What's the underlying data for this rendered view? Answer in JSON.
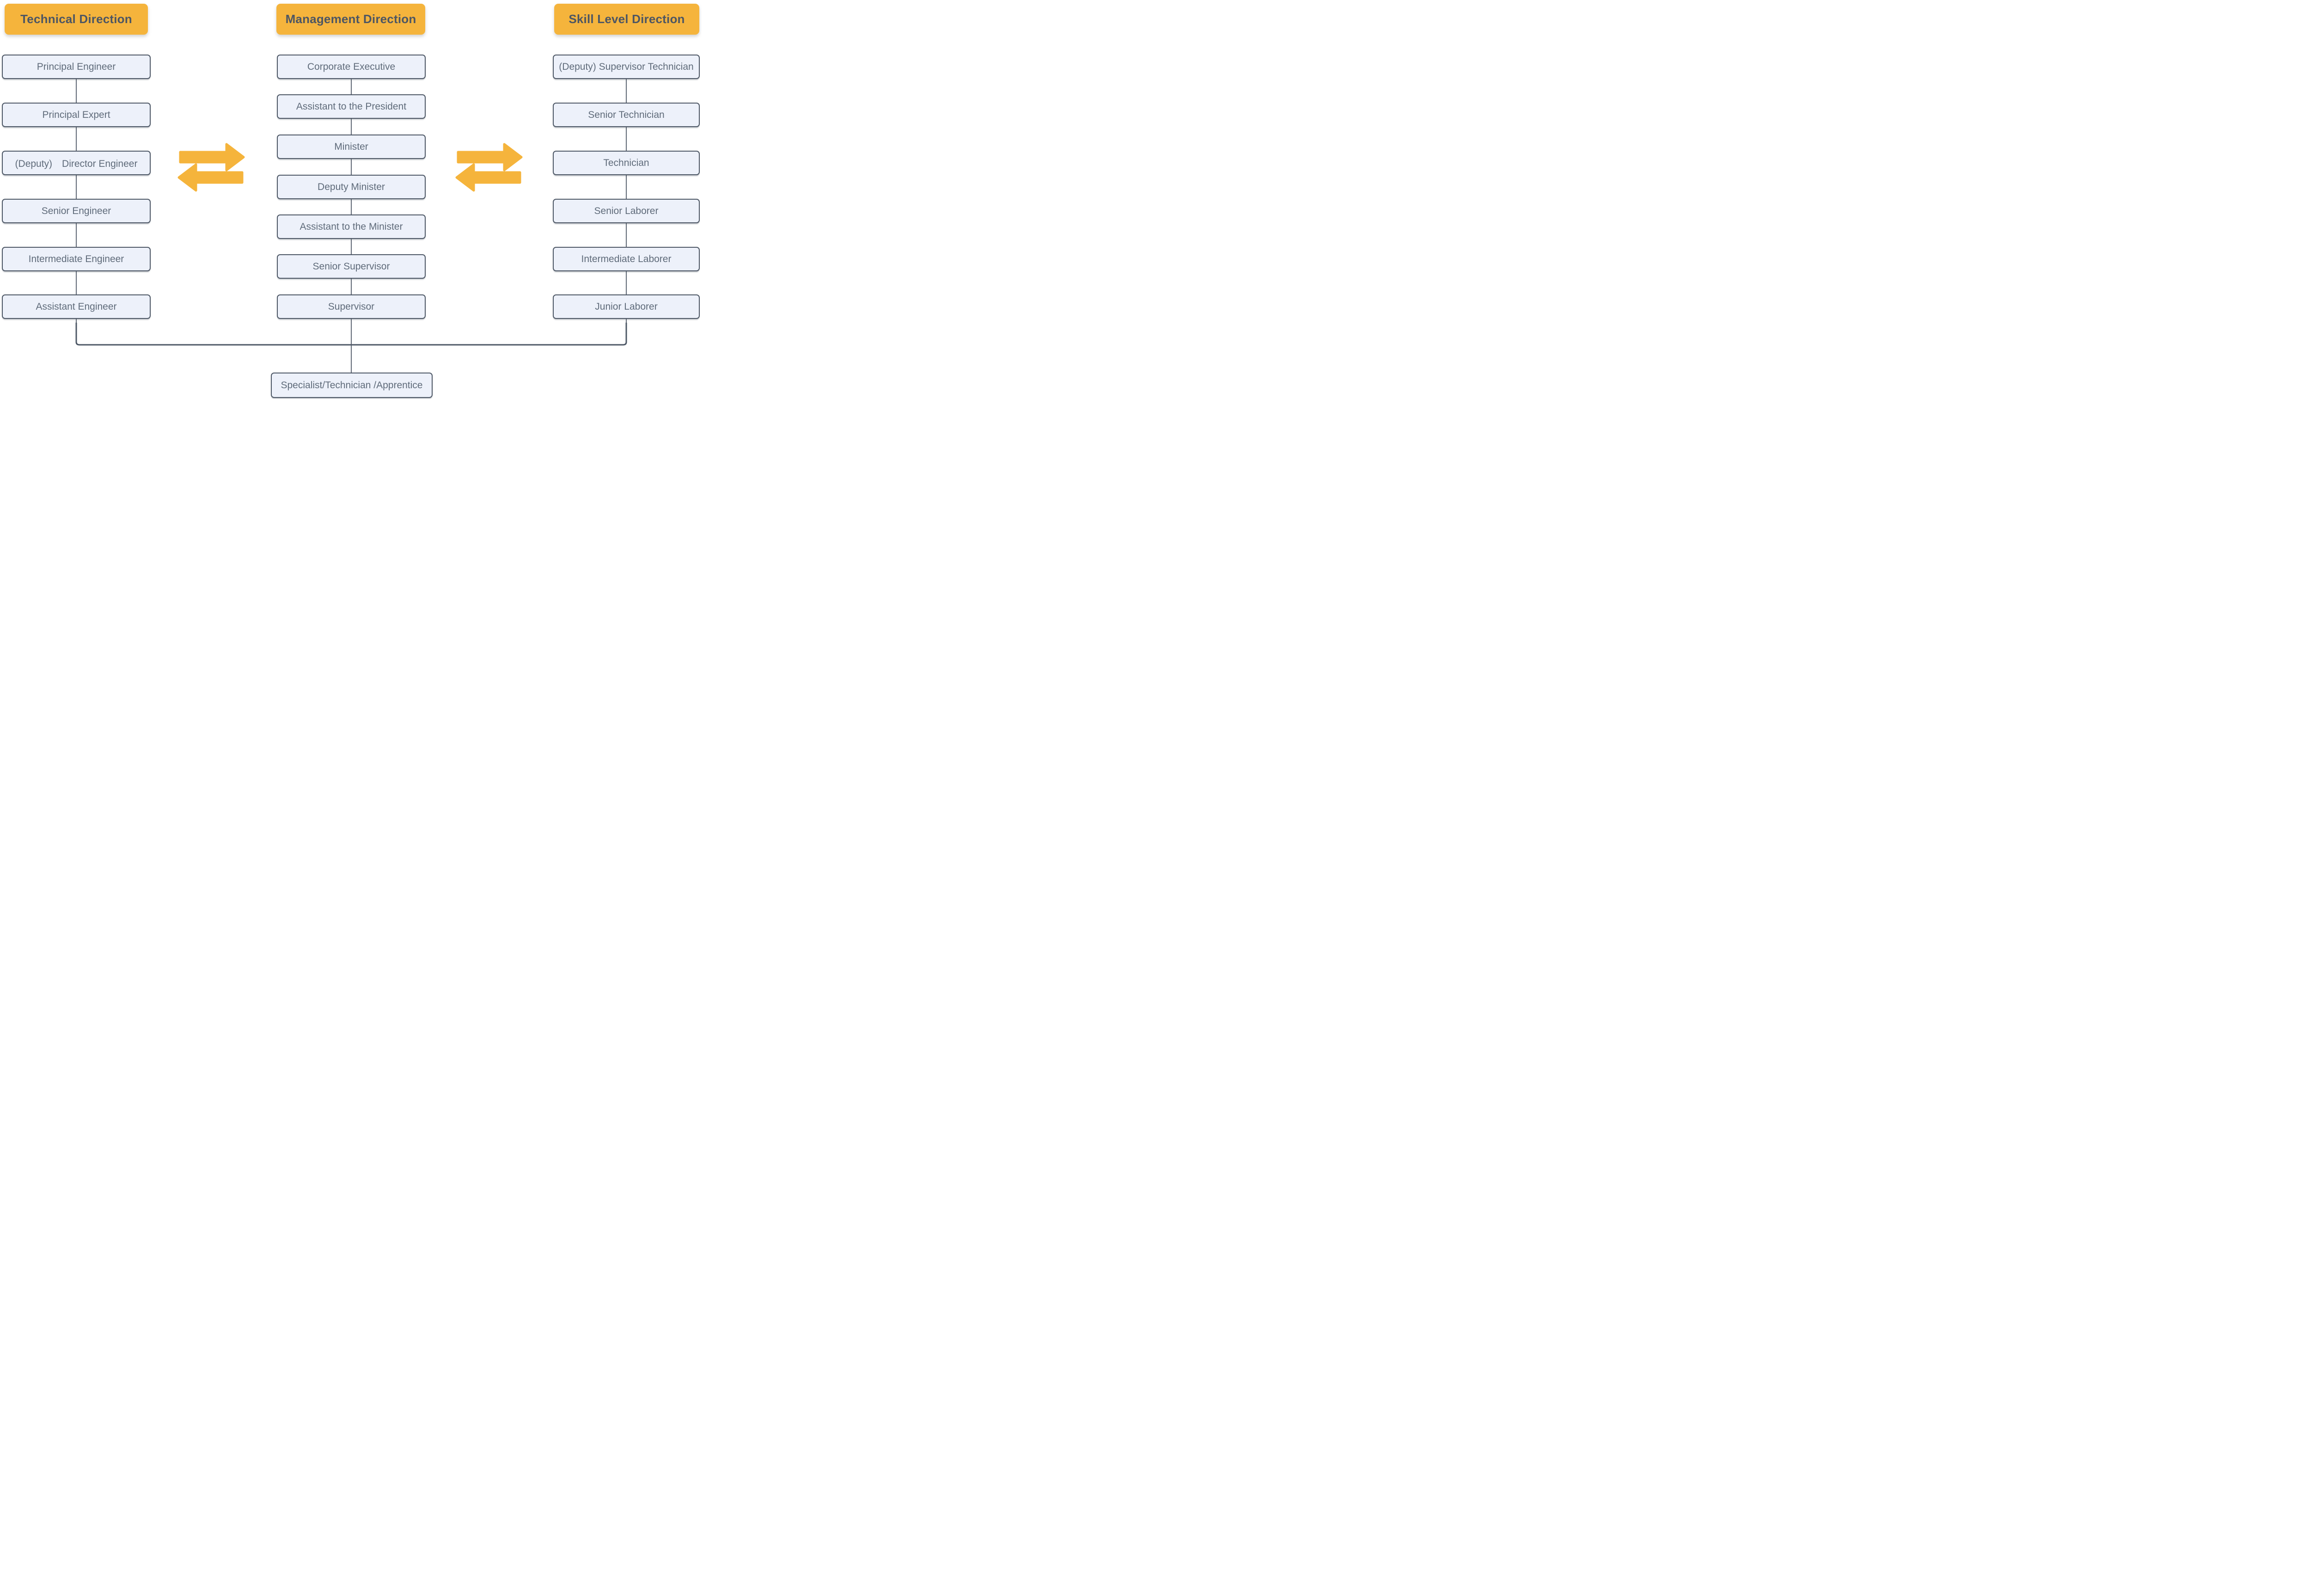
{
  "diagram": {
    "title": "Career ladder diagram",
    "colors": {
      "header_bg": "#F5B43C",
      "header_text": "#4D5663",
      "node_bg": "#EDF1FA",
      "node_border": "#4E5866",
      "node_text": "#5F6B7A",
      "connector_line": "#4E5866",
      "arrow": "#F5B43C",
      "background": "#FFFFFF"
    },
    "columns": [
      {
        "id": "technical",
        "header": "Technical Direction",
        "items": [
          "Principal Engineer",
          "Principal Expert",
          "(Deputy)　Director Engineer",
          "Senior Engineer",
          "Intermediate Engineer",
          "Assistant Engineer"
        ]
      },
      {
        "id": "management",
        "header": "Management Direction",
        "items": [
          "Corporate Executive",
          "Assistant to the President",
          "Minister",
          "Deputy Minister",
          "Assistant to the Minister",
          "Senior Supervisor",
          "Supervisor"
        ]
      },
      {
        "id": "skill",
        "header": "Skill Level Direction",
        "items": [
          "(Deputy) Supervisor Technician",
          "Senior Technician",
          "Technician",
          "Senior Laborer",
          "Intermediate Laborer",
          "Junior Laborer"
        ]
      }
    ],
    "bottom_node": "Specialist/Technician /Apprentice",
    "arrows": [
      {
        "between": "technical-management",
        "type": "bidirectional-swap"
      },
      {
        "between": "management-skill",
        "type": "bidirectional-swap"
      }
    ]
  }
}
